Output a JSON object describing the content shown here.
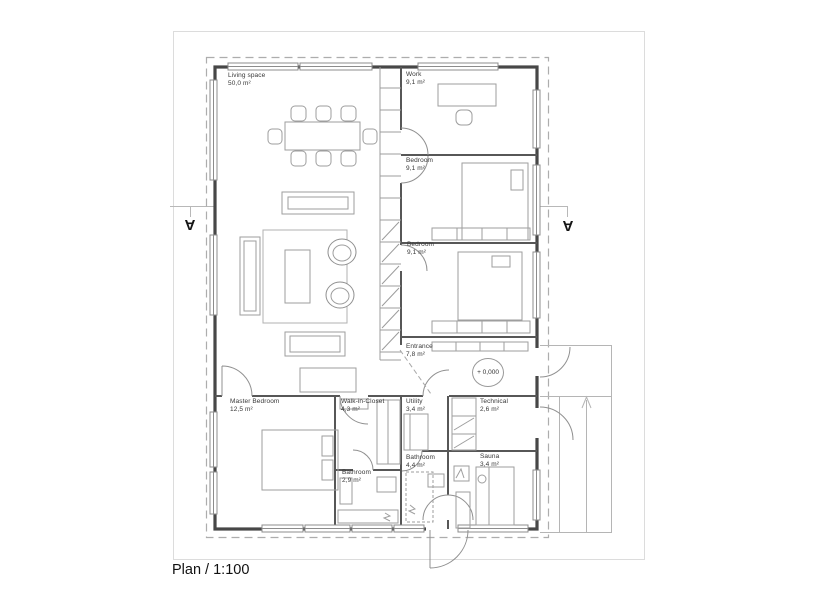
{
  "drawing": {
    "caption": "Plan / 1:100",
    "scale": "1:100",
    "level_marker_value": "+ 0,000",
    "section_marker_label": "A"
  },
  "rooms": [
    {
      "name": "Living space",
      "area": "50,0 m²"
    },
    {
      "name": "Work",
      "area": "9,1 m²"
    },
    {
      "name": "Bedroom",
      "area": "9,1 m²"
    },
    {
      "name": "Bedroom",
      "area": "9,1 m²"
    },
    {
      "name": "Entrance",
      "area": "7,8 m²"
    },
    {
      "name": "Master Bedroom",
      "area": "12,5 m²"
    },
    {
      "name": "Walk-in-Closet",
      "area": "4,3 m²"
    },
    {
      "name": "Utility",
      "area": "3,4 m²"
    },
    {
      "name": "Technical",
      "area": "2,6 m²"
    },
    {
      "name": "Bathroom",
      "area": "4,4 m²"
    },
    {
      "name": "Sauna",
      "area": "3,4 m²"
    },
    {
      "name": "Bathroom",
      "area": "2,9 m²"
    }
  ],
  "colors": {
    "outer_wall": "#474747",
    "inner_wall": "#575757",
    "furniture_line": "#9e9e9e",
    "light_line": "#b5b5b5",
    "text": "#383838",
    "paper": "#ffffff"
  }
}
